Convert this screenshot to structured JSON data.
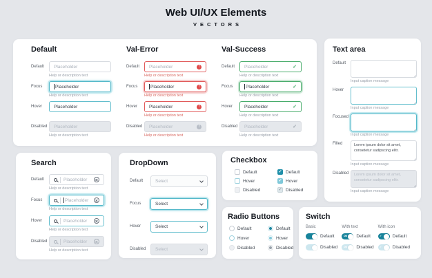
{
  "header": {
    "title": "Web UI/UX Elements",
    "subtitle": "VECTORS"
  },
  "common": {
    "placeholder": "Placeholder",
    "help_text": "Help or description text",
    "caption": "Input caption message",
    "select_label": "Select",
    "filled_text": "Lorem ipsum dolor sit amet, consetetur sadipscing elitr."
  },
  "icons": {
    "error": "!",
    "check": "✓"
  },
  "states": {
    "s0": "Default",
    "s1": "Focus",
    "s2": "Hover",
    "s3": "Disabled",
    "focused": "Focused",
    "filled": "Filled"
  },
  "panels": {
    "default": {
      "title": "Default"
    },
    "val_error": {
      "title": "Val-Error"
    },
    "val_success": {
      "title": "Val-Success"
    },
    "textarea": {
      "title": "Text area"
    },
    "search": {
      "title": "Search"
    },
    "dropdown": {
      "title": "DropDown"
    },
    "checkbox": {
      "title": "Checkbox"
    },
    "radio": {
      "title": "Radio Buttons"
    },
    "switch": {
      "title": "Switch",
      "col0": "Basic",
      "col1": "With text",
      "col2": "With icon",
      "on_text": "ON"
    }
  },
  "colors": {
    "background": "#e4e6ea",
    "accent": "#17839b",
    "focus_border": "#54b8c9",
    "error": "#e05252",
    "success": "#41aa66"
  }
}
